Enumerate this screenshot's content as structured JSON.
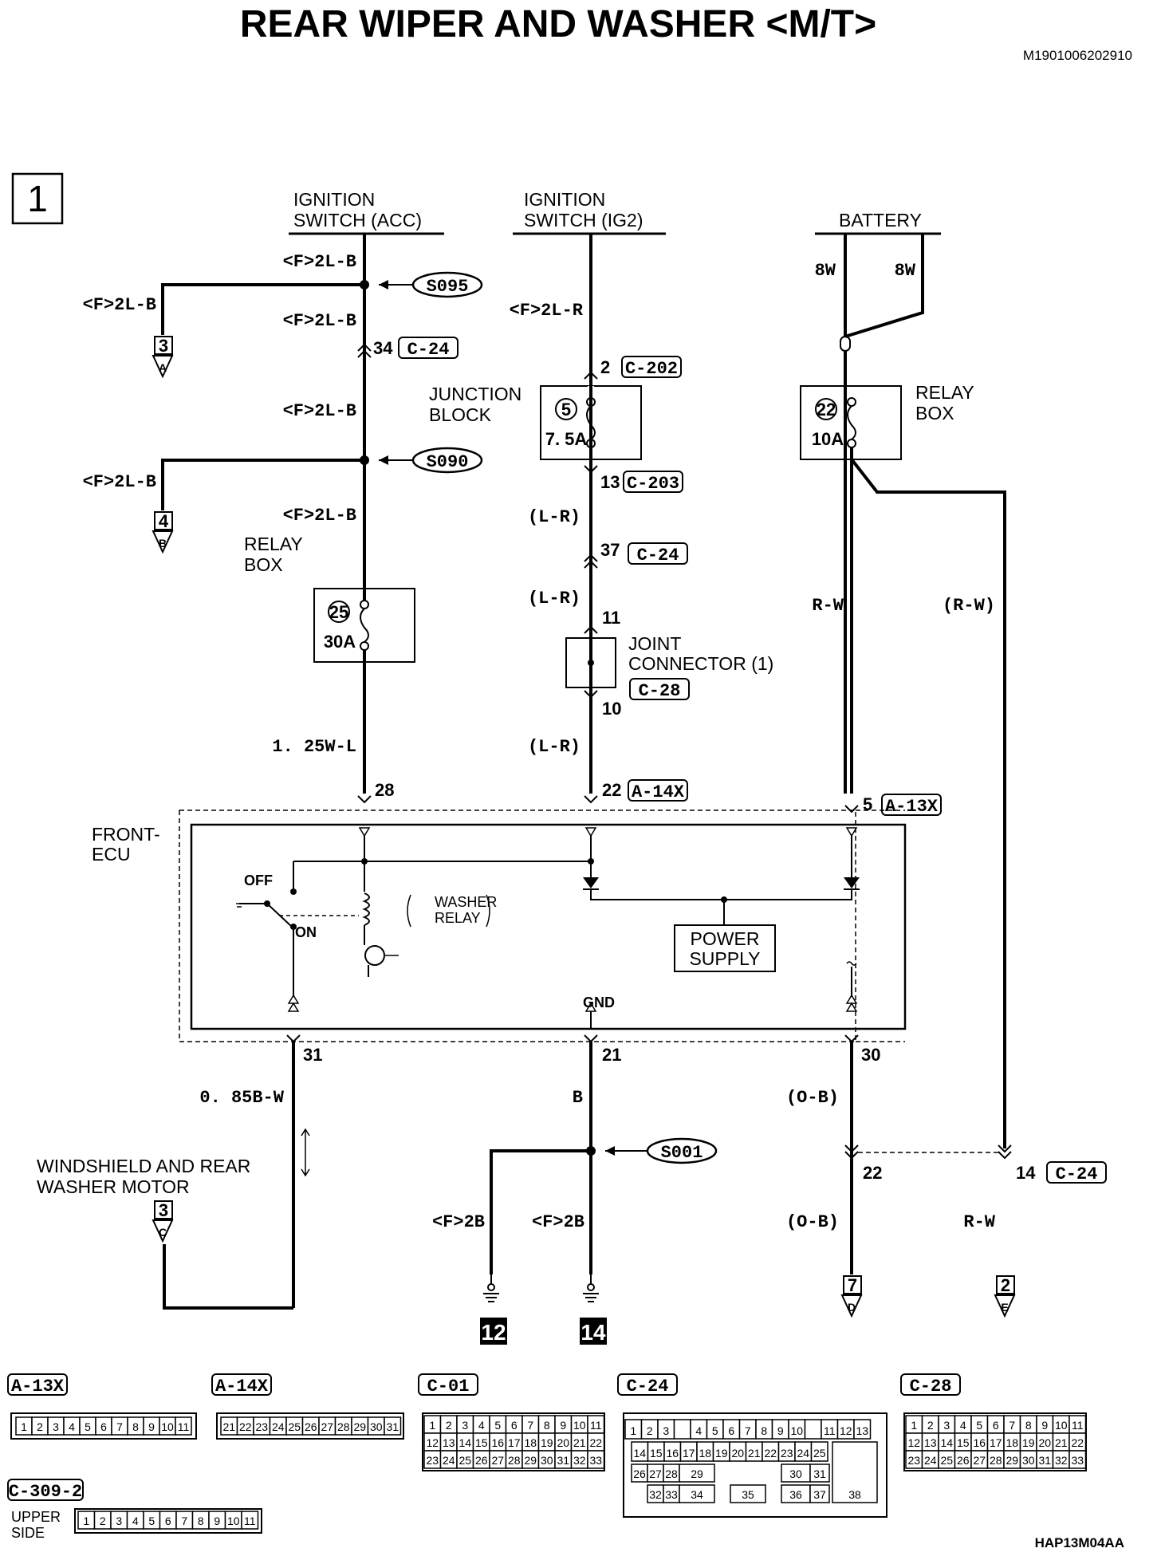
{
  "header": {
    "title": "REAR WIPER AND WASHER <M/T>",
    "doc_code": "M1901006202910",
    "figure_code": "HAP13M04AA",
    "page_box": "1"
  },
  "sources": {
    "acc": [
      "IGNITION",
      "SWITCH (ACC)"
    ],
    "ig2": [
      "IGNITION",
      "SWITCH (IG2)"
    ],
    "battery": "BATTERY"
  },
  "wire_labels": {
    "f2lb": "<F>2L-B",
    "f2lr": "<F>2L-R",
    "lr": "(L-R)",
    "w125l": "1. 25W-L",
    "rw": "R-W",
    "rw_paren": "(R-W)",
    "w8": "8W",
    "b085w": "0. 85B-W",
    "b": "B",
    "ob": "(O-B)",
    "f2b": "<F>2B"
  },
  "splices": {
    "s095": "S095",
    "s090": "S090",
    "s001": "S001"
  },
  "connectors": {
    "c24": "C-24",
    "c202": "C-202",
    "c203": "C-203",
    "c28": "C-28",
    "a14x": "A-14X",
    "a13x": "A-13X",
    "c01": "C-01",
    "c309": "C-309-2"
  },
  "pins": {
    "p34": "34",
    "p2": "2",
    "p13": "13",
    "p37": "37",
    "p11": "11",
    "p10": "10",
    "p28": "28",
    "p22": "22",
    "p5": "5",
    "p31": "31",
    "p21": "21",
    "p30": "30",
    "p22b": "22",
    "p14": "14"
  },
  "components": {
    "junction_block": [
      "JUNCTION",
      "BLOCK"
    ],
    "relay_box": [
      "RELAY",
      "BOX"
    ],
    "joint_connector": [
      "JOINT",
      "CONNECTOR (1)"
    ],
    "front_ecu": [
      "FRONT-",
      "ECU"
    ],
    "washer_relay": [
      "WASHER",
      "RELAY"
    ],
    "power_supply": [
      "POWER",
      "SUPPLY"
    ],
    "gnd": "GND",
    "off": "OFF",
    "on": "ON",
    "washer_motor": [
      "WINDSHIELD AND REAR",
      "WASHER MOTOR"
    ],
    "upper_side": [
      "UPPER",
      "SIDE"
    ]
  },
  "fuses": {
    "f5": {
      "num": "5",
      "rating": "7. 5A"
    },
    "f22": {
      "num": "22",
      "rating": "10A"
    },
    "f25": {
      "num": "25",
      "rating": "30A"
    }
  },
  "refs": {
    "a": {
      "num": "3",
      "letter": "A"
    },
    "b": {
      "num": "4",
      "letter": "B"
    },
    "c": {
      "num": "3",
      "letter": "C"
    },
    "d": {
      "num": "7",
      "letter": "D"
    },
    "e": {
      "num": "2",
      "letter": "E"
    },
    "g12": "12",
    "g14": "14"
  },
  "connector_faces": {
    "a13x_pins": [
      "1",
      "2",
      "3",
      "4",
      "5",
      "6",
      "7",
      "8",
      "9",
      "10",
      "11"
    ],
    "a14x_pins": [
      "21",
      "22",
      "23",
      "24",
      "25",
      "26",
      "27",
      "28",
      "29",
      "30",
      "31"
    ],
    "c01_rows": [
      [
        "1",
        "2",
        "3",
        "4",
        "5",
        "6",
        "7",
        "8",
        "9",
        "10",
        "11"
      ],
      [
        "12",
        "13",
        "14",
        "15",
        "16",
        "17",
        "18",
        "19",
        "20",
        "21",
        "22"
      ],
      [
        "23",
        "24",
        "25",
        "26",
        "27",
        "28",
        "29",
        "30",
        "31",
        "32",
        "33"
      ]
    ],
    "c28_rows": [
      [
        "1",
        "2",
        "3",
        "4",
        "5",
        "6",
        "7",
        "8",
        "9",
        "10",
        "11"
      ],
      [
        "12",
        "13",
        "14",
        "15",
        "16",
        "17",
        "18",
        "19",
        "20",
        "21",
        "22"
      ],
      [
        "23",
        "24",
        "25",
        "26",
        "27",
        "28",
        "29",
        "30",
        "31",
        "32",
        "33"
      ]
    ],
    "c309_pins": [
      "1",
      "2",
      "3",
      "4",
      "5",
      "6",
      "7",
      "8",
      "9",
      "10",
      "11"
    ],
    "c24_row1": [
      "1",
      "2",
      "3",
      "",
      "4",
      "5",
      "6",
      "7",
      "8",
      "9",
      "10",
      "",
      "11",
      "12",
      "13"
    ],
    "c24_row2": [
      "14",
      "15",
      "16",
      "17",
      "18",
      "19",
      "20",
      "21",
      "22",
      "23",
      "24",
      "25"
    ],
    "c24_row3": [
      "26",
      "27",
      "28",
      "29",
      "30",
      "31"
    ],
    "c24_row4": [
      "32",
      "33",
      "34",
      "35",
      "36",
      "37"
    ],
    "c24_big": "38"
  }
}
